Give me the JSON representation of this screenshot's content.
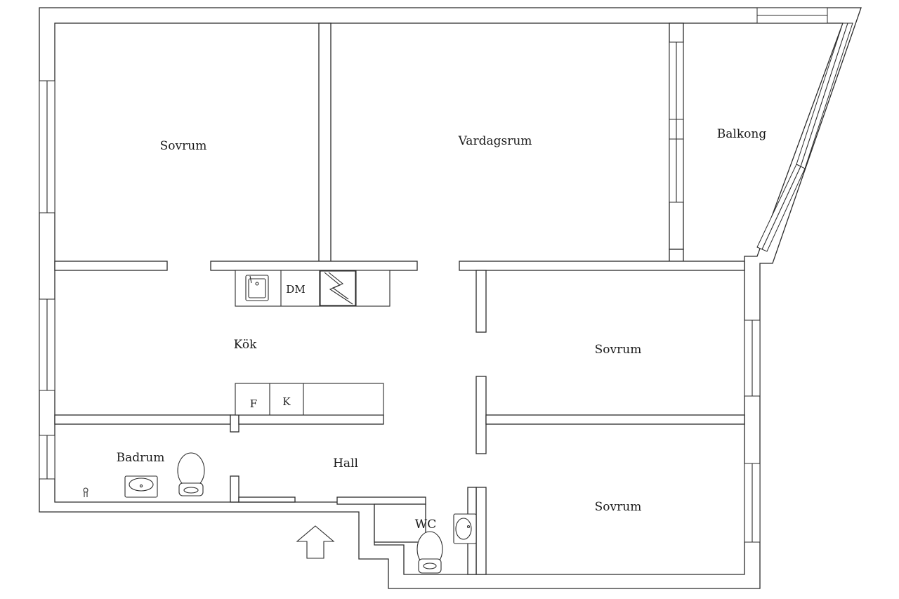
{
  "rooms": {
    "bedroom_1": "Sovrum",
    "living_room": "Vardagsrum",
    "balcony": "Balkong",
    "kitchen": "Kök",
    "bedroom_2": "Sovrum",
    "bedroom_3": "Sovrum",
    "bathroom": "Badrum",
    "hall": "Hall",
    "wc": "WC"
  },
  "appliances": {
    "dishwasher": "DM",
    "freezer": "F",
    "fridge": "K"
  }
}
